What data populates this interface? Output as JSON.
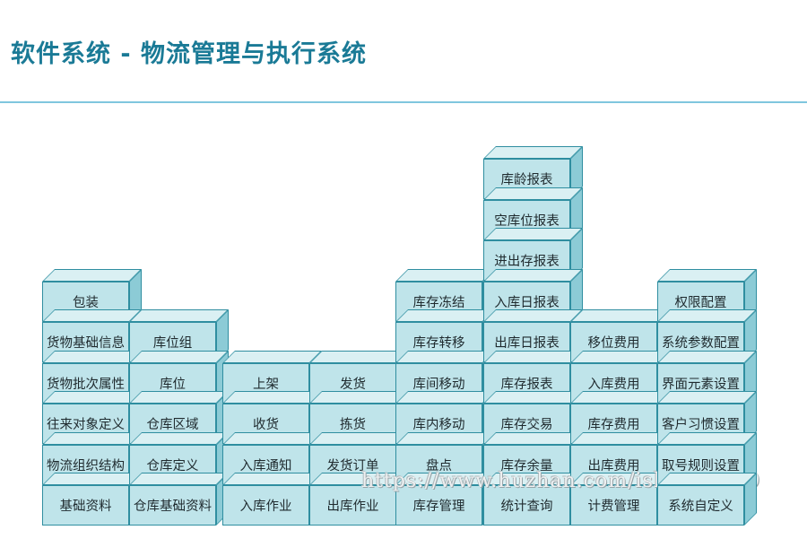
{
  "title": "软件系统 - 物流管理与执行系统",
  "watermark": "https://www.huzhan.com/ishop27509",
  "colors": {
    "title": "#1a7a96",
    "block_face": "#bfe4ea",
    "block_border": "#2f8ea0",
    "divider": "#7fc6de"
  },
  "columns": [
    {
      "blocks": [
        "基础资料",
        "物流组织结构",
        "往来对象定义",
        "货物批次属性",
        "货物基础信息",
        "包装"
      ]
    },
    {
      "blocks": [
        "仓库基础资料",
        "仓库定义",
        "仓库区域",
        "库位",
        "库位组"
      ]
    },
    {
      "blocks": [
        "入库作业",
        "入库通知",
        "收货",
        "上架"
      ]
    },
    {
      "blocks": [
        "出库作业",
        "发货订单",
        "拣货",
        "发货"
      ]
    },
    {
      "blocks": [
        "库存管理",
        "盘点",
        "库内移动",
        "库间移动",
        "库存转移",
        "库存冻结"
      ]
    },
    {
      "blocks": [
        "统计查询",
        "库存余量",
        "库存交易",
        "库存报表",
        "出库日报表",
        "入库日报表",
        "进出存报表",
        "空库位报表",
        "库龄报表"
      ]
    },
    {
      "blocks": [
        "计费管理",
        "出库费用",
        "库存费用",
        "入库费用",
        "移位费用"
      ]
    },
    {
      "blocks": [
        "系统自定义",
        "取号规则设置",
        "客户习惯设置",
        "界面元素设置",
        "系统参数配置",
        "权限配置"
      ]
    }
  ]
}
